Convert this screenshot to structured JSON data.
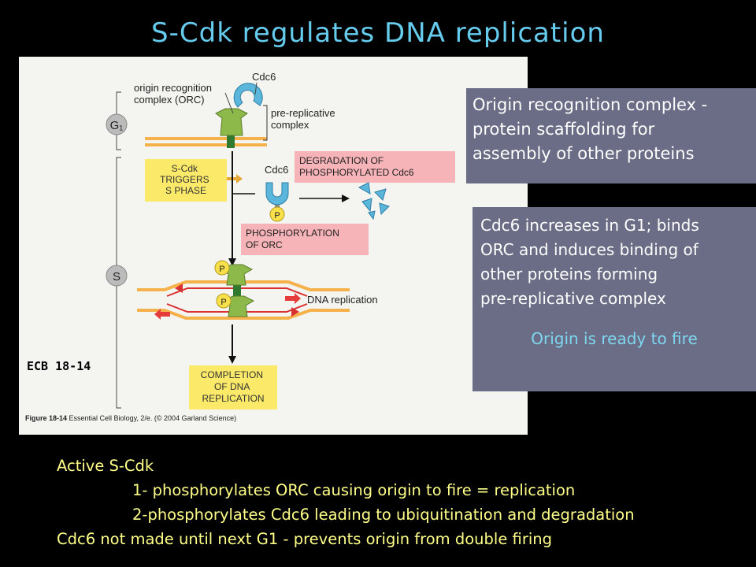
{
  "title": "S-Cdk regulates DNA replication",
  "figure": {
    "labels": {
      "orc": "origin recognition\ncomplex (ORC)",
      "cdc6_top": "Cdc6",
      "pre_rep": "pre-replicative\ncomplex",
      "g1": "G₁",
      "s": "S",
      "scdk": "S-Cdk\nTRIGGERS\nS PHASE",
      "cdc6_mid": "Cdc6",
      "degradation": "DEGRADATION OF\nPHOSPHORYLATED Cdc6",
      "p": "P",
      "phosphorylation": "PHOSPHORYLATION\nOF ORC",
      "dna_replication": "DNA replication",
      "completion": "COMPLETION\nOF DNA\nREPLICATION"
    },
    "caption_bold": "Figure 18-14",
    "caption_rest": " Essential Cell Biology, 2/e. (© 2004 Garland Science)",
    "ecb": "ECB 18-14"
  },
  "box1": {
    "lines": [
      "Origin recognition complex -",
      "protein scaffolding for",
      "assembly of other proteins"
    ]
  },
  "box2": {
    "lines": [
      "Cdc6 increases in G1; binds",
      "ORC and induces binding of",
      "other proteins forming",
      "pre-replicative complex"
    ],
    "ready": "Origin is ready to fire"
  },
  "bottom": {
    "lines": [
      "Active S-Cdk",
      "1- phosphorylates ORC causing origin to fire = replication",
      "2-phosphorylates Cdc6 leading to ubiquitination and degradation",
      "Cdc6 not made until next G1 - prevents origin from double firing"
    ]
  },
  "colors": {
    "title": "#66ccee",
    "dna_orange": "#f5b14a",
    "orc_green": "#8db84a",
    "cdc6_blue": "#5bb6dc",
    "p_yellow": "#f7e04a",
    "pink_box": "#f6b3b8",
    "yellow_box": "#fbe96a",
    "red_arrow": "#e63b3b",
    "text_box_bg": "#6b6d86",
    "bottom_text": "#ffff88"
  }
}
